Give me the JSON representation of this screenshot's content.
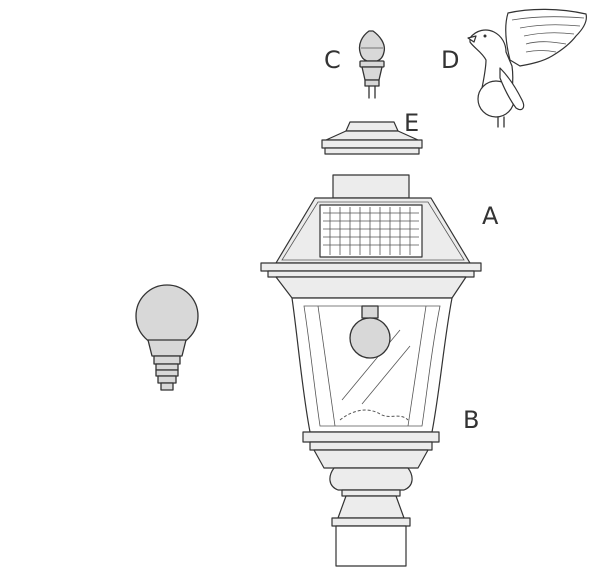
{
  "diagram": {
    "callouts": {
      "a": "A",
      "b": "B",
      "c": "C",
      "d": "D",
      "e": "E"
    }
  }
}
